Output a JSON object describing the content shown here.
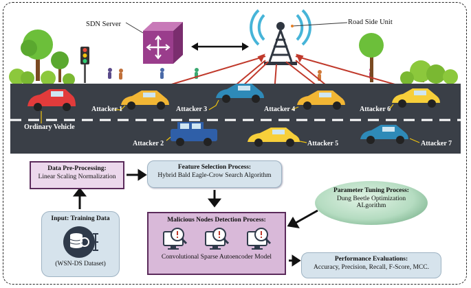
{
  "top_labels": {
    "sdn_server": "SDN Server",
    "road_side_unit": "Road Side Unit",
    "ordinary_vehicle": "Ordinary Vehicle"
  },
  "attackers": [
    {
      "label": "Attacker 1"
    },
    {
      "label": "Attacker 2"
    },
    {
      "label": "Attacker 3"
    },
    {
      "label": "Attacker 4"
    },
    {
      "label": "Attacker 5"
    },
    {
      "label": "Attacker 6"
    },
    {
      "label": "Attacker 7"
    }
  ],
  "process": {
    "preprocessing": {
      "title": "Data Pre-Processing:",
      "subtitle": "Linear Scaling Normalization"
    },
    "feature_selection": {
      "title": "Feature Selection Process:",
      "subtitle": "Hybrid Bald Eagle-Crow Search Algorithm"
    },
    "input": {
      "title": "Input: Training Data",
      "subtitle": "(WSN-DS Dataset)"
    },
    "detection": {
      "title": "Malicious Nodes Detection Process:",
      "subtitle": "Convolutional Sparse Autoencoder Model"
    },
    "parameter_tuning": {
      "title": "Parameter Tuning Process:",
      "subtitle_line1": "Dung Beetle Optimization",
      "subtitle_line2": "ALgorithm"
    },
    "performance": {
      "title": "Performance Evaluations:",
      "subtitle": "Accuracy, Precision, Recall, F-Score, MCC."
    }
  },
  "colors": {
    "attack_line": "#c0392b",
    "road": "#3a3f47",
    "sdn_box": "#9a3d8c",
    "tower_waves": "#46b4d8"
  }
}
